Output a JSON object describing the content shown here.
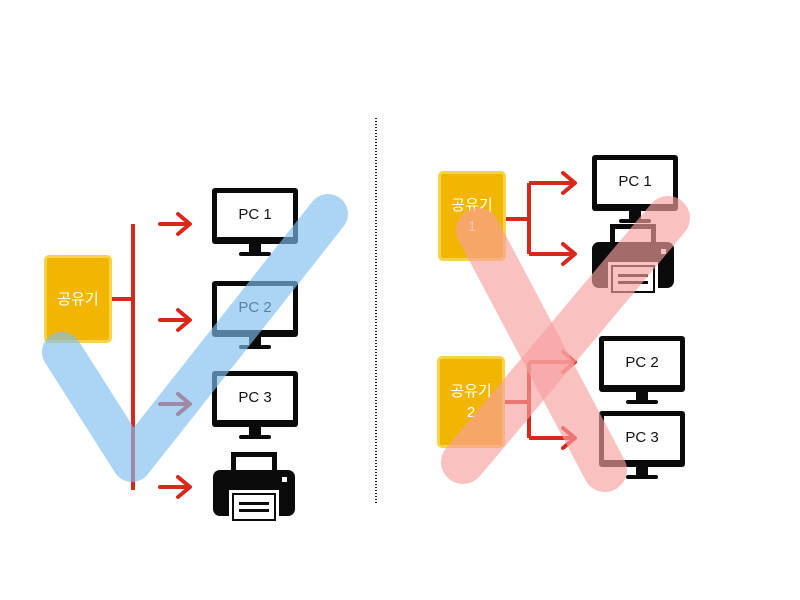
{
  "left_panel": {
    "router_label": "공유기",
    "devices": [
      {
        "type": "pc",
        "label": "PC 1"
      },
      {
        "type": "pc",
        "label": "PC 2"
      },
      {
        "type": "pc",
        "label": "PC 3"
      },
      {
        "type": "printer",
        "label": ""
      }
    ],
    "verdict_mark": "check-mark",
    "verdict_color": "#7fbef0"
  },
  "right_panel": {
    "routers": [
      {
        "line1": "공유기",
        "line2": "1",
        "devices": [
          {
            "type": "pc",
            "label": "PC 1"
          },
          {
            "type": "printer",
            "label": ""
          }
        ]
      },
      {
        "line1": "공유기",
        "line2": "2",
        "devices": [
          {
            "type": "pc",
            "label": "PC 2"
          },
          {
            "type": "pc",
            "label": "PC 3"
          }
        ]
      }
    ],
    "verdict_mark": "x-mark",
    "verdict_color": "#f7a0a0"
  },
  "colors": {
    "router_fill": "#f2b600",
    "connector_red": "#d8281c",
    "device_black": "#0a0a0a",
    "divider": "#222222"
  }
}
